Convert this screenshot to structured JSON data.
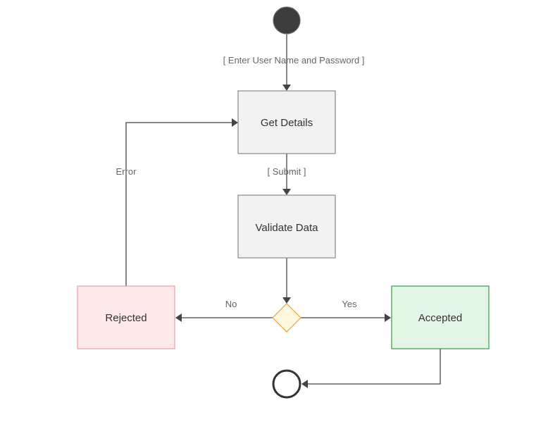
{
  "diagram": {
    "nodes": {
      "get_details": {
        "label": "Get Details",
        "fill": "#f2f2f2",
        "stroke": "#888888"
      },
      "validate_data": {
        "label": "Validate Data",
        "fill": "#f2f2f2",
        "stroke": "#888888"
      },
      "rejected": {
        "label": "Rejected",
        "fill": "#fde8ea",
        "stroke": "#e8a0a6"
      },
      "accepted": {
        "label": "Accepted",
        "fill": "#e3f5e5",
        "stroke": "#3a9a48"
      },
      "decision": {
        "fill": "#fff8e1",
        "stroke": "#f0a030"
      },
      "start": {
        "fill": "#3c3c3c"
      },
      "end": {
        "stroke": "#333333"
      }
    },
    "edges": {
      "start_to_get": "[ Enter User Name and Password ]",
      "get_to_validate": "[ Submit ]",
      "rejected_to_get": "Error",
      "decision_no": "No",
      "decision_yes": "Yes"
    }
  }
}
